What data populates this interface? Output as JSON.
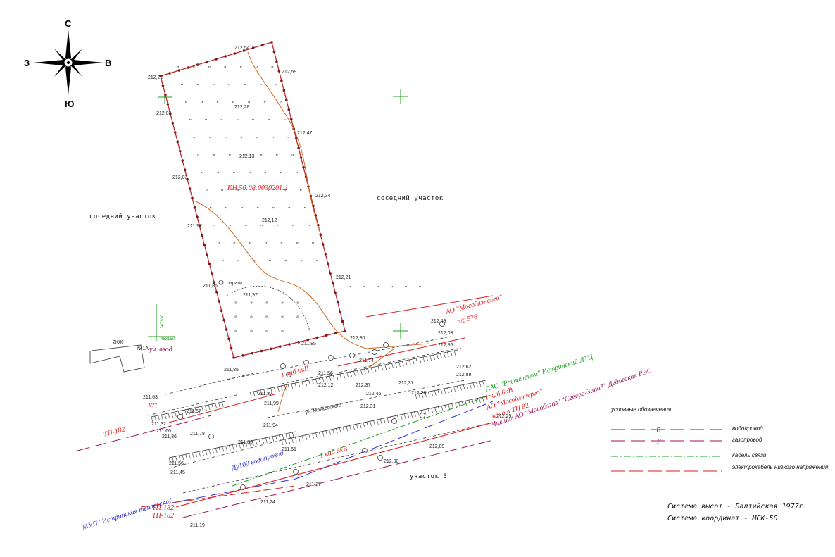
{
  "compass": {
    "north": "С",
    "south": "Ю",
    "west": "З",
    "east": "В"
  },
  "cadastral_number": "КН 50:08:0030201:1",
  "neighbors": {
    "left": "соседний участок",
    "right": "соседний участок",
    "bottom": "участок 3"
  },
  "street": "ул. Маяковского",
  "ravine_label": "овраги",
  "elevations": {
    "e1": "212,22",
    "e2": "212,54",
    "e3": "212,59",
    "e4": "212,03",
    "e5": "212,28",
    "e6": "212,47",
    "e7": "212,13",
    "e8": "212,03",
    "e9": "212,34",
    "e10": "212,12",
    "e11": "211,97",
    "e12": "212,21",
    "e13": "211,86",
    "e14": "211,97",
    "e15": "212,49",
    "e16": "212,30",
    "e17": "211,85",
    "e18": "211,85",
    "e19": "211,63",
    "e20": "212,03",
    "e21": "212,86",
    "e22": "211,74",
    "e23": "211,56",
    "e24": "212,12",
    "e25": "212,37",
    "e26": "212,62",
    "e27": "212,88",
    "e28": "212,26",
    "e29": "211,87",
    "e30": "211,99",
    "e31": "211,57",
    "e32": "211,78",
    "e33": "211,36",
    "e34": "211,83",
    "e35": "211,94",
    "e36": "211,61",
    "e37": "212,45",
    "e38": "212,31",
    "e39": "212,37",
    "e40": "212,25",
    "e41": "212,09",
    "e42": "212,00",
    "e43": "211,56",
    "e44": "211,45",
    "e45": "211,27",
    "e46": "211,24",
    "e47": "211,19",
    "e48": "211,32",
    "e49": "211,66"
  },
  "building": {
    "floors": "2КЖ",
    "number": "№1А"
  },
  "input_label": "уч. ввод",
  "coords": {
    "x": "1347930",
    "y": "483150"
  },
  "utilities": {
    "mosoblenergo_ps": "АО \"Мособлэнерго\"",
    "ps_number": "п/с 576",
    "cable_1kv_a": "1 каб.6кВ",
    "rostelecom": "ПАО \"Ростелеком\" Истринский ЛТЦ",
    "cable_6kv_b": "1 каб.6кВ",
    "mosoblenergo_b": "АО \"Мособлэнерго\"",
    "vn_tp": "в/в от ТП 82",
    "mosoblgaz": "Филиал АО \"Мособлгаз\" \"Северо-Запад\" Дедовская РЭС",
    "tp182_a": "ТП-182",
    "tp182_b": "ТП-182",
    "tp182_c": "ТП-182",
    "ks": "КС",
    "teploset": "МУП \"Истринская теплосеть\"",
    "vodoprovod_d": "Ду100 водопровод",
    "cable_6kv_c": "1 каб.6кВ"
  },
  "legend": {
    "title": "условные обозначения:",
    "items": [
      {
        "symbol": "В",
        "label": "водопровод",
        "color": "#2a2ad8"
      },
      {
        "symbol": "Г",
        "label": "газопровод",
        "color": "#a0105a"
      },
      {
        "symbol": "",
        "label": "кабель связи",
        "color": "#17a017"
      },
      {
        "symbol": "",
        "label": "электрокабель низкого напряжения",
        "color": "#e01b1b"
      }
    ]
  },
  "system_heights": "Система высот - Балтийская 1977г.",
  "system_coords": "Система координат - МСК-50",
  "colors": {
    "boundary": "#c0282c",
    "water": "#2a2ad8",
    "gas": "#a0105a",
    "comm": "#17a017",
    "power": "#e01b1b",
    "contour": "#d2691e"
  }
}
